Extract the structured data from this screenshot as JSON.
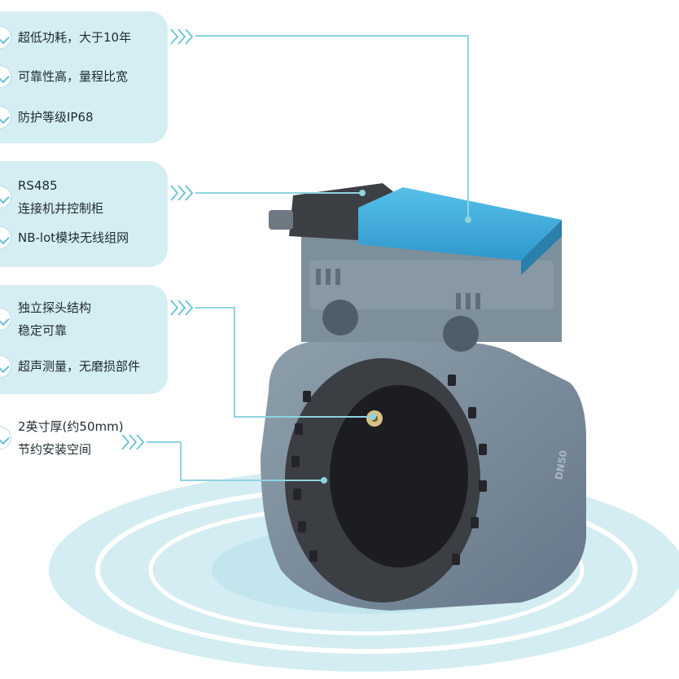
{
  "groups": [
    {
      "features": [
        {
          "lines": [
            "超低功耗，大于10年"
          ]
        },
        {
          "lines": [
            "可靠性高，量程比宽"
          ]
        },
        {
          "lines": [
            "防护等级IP68"
          ]
        }
      ]
    },
    {
      "features": [
        {
          "lines": [
            "RS485",
            "连接机井控制柜"
          ]
        },
        {
          "lines": [
            "NB-lot模块无线组网"
          ]
        }
      ]
    },
    {
      "features": [
        {
          "lines": [
            "独立探头结构",
            "稳定可靠"
          ]
        },
        {
          "lines": [
            "超声测量，无磨损部件"
          ]
        }
      ]
    },
    {
      "features": [
        {
          "lines": [
            "2英寸厚(约50mm)",
            "节约安装空间"
          ]
        }
      ]
    }
  ],
  "product_label": "DN50",
  "colors": {
    "panel": "#d5eef3",
    "accent": "#67c1d3",
    "body_gray": "#7a8c99",
    "cover_blue": "#3aa9dc",
    "connector_dark": "#3c3f44",
    "text": "#1e2a30"
  }
}
